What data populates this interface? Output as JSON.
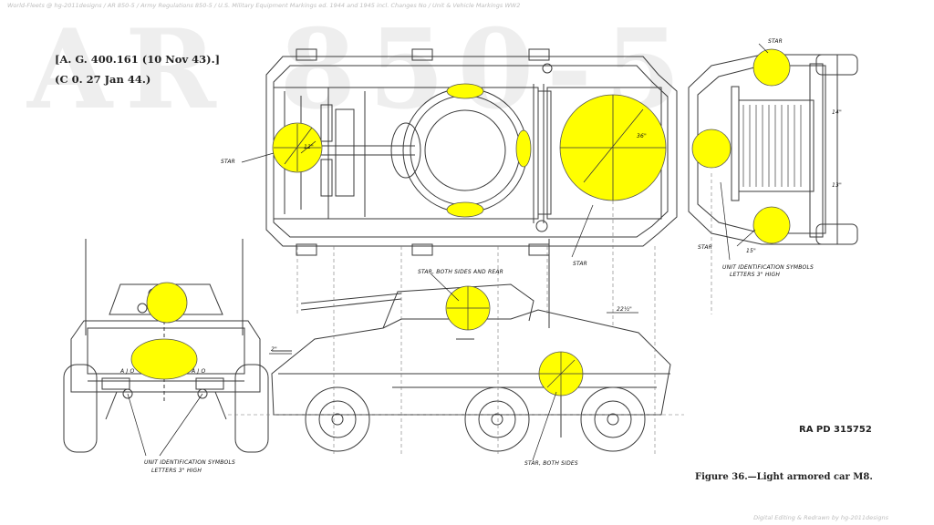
{
  "watermark": {
    "big_text": "AR 850-5",
    "top_line": "World-Fleets @ hg-2011designs / AR 850-5 / Army Regulations 850-5 / U.S. Military Equipment Markings ed. 1944 and 1945 incl. Changes No / Unit & Vehicle Markings WW2",
    "bottom_line": "Digital Editing & Redrawn by hg-2011designs"
  },
  "reference": {
    "line1": "[A. G. 400.161 (10 Nov 43).]",
    "line2": "(C 0. 27 Jan 44.)"
  },
  "callouts": {
    "star_top_left": "STAR",
    "star_top_right": "STAR",
    "star_right_lower": "STAR",
    "star_center": "STAR",
    "star_sides_rear": "STAR, BOTH SIDES AND REAR",
    "star_both_sides": "STAR, BOTH SIDES",
    "unit_id_right_1": "UNIT IDENTIFICATION SYMBOLS",
    "unit_id_right_2": "LETTERS 3\" HIGH",
    "unit_id_left_1": "UNIT IDENTIFICATION SYMBOLS",
    "unit_id_left_2": "LETTERS 3\" HIGH",
    "plate_left": "A J O",
    "plate_right": "A J O",
    "dim_22": "22½\"",
    "dim_15": "15\"",
    "dim_36": "36\"",
    "dim_2": "2\"",
    "dim_12": "12\"",
    "dim_14": "14\"",
    "dim_13": "13\""
  },
  "figure": {
    "code": "RA PD 315752",
    "caption": "Figure 36.—Light armored car M8."
  },
  "colors": {
    "star_fill": "#ffff00",
    "line": "#3a3a3a",
    "watermark": "#eeeeee"
  }
}
